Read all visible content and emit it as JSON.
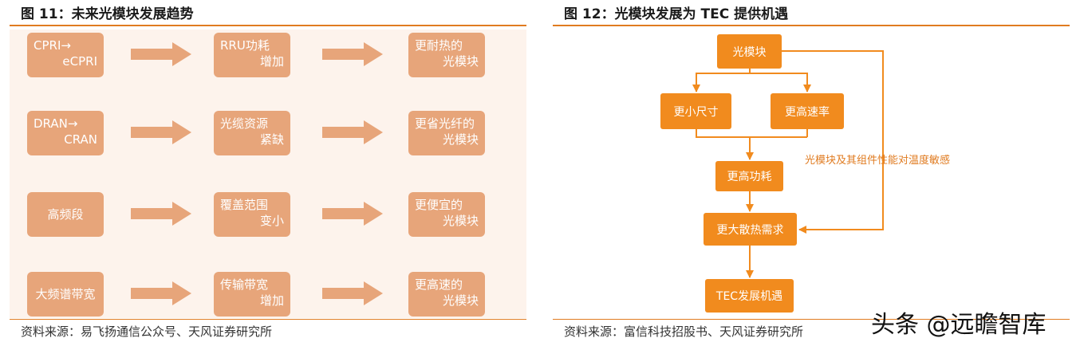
{
  "left_figure": {
    "title": "图 11：未来光模块发展趋势",
    "rows": [
      {
        "cause": {
          "line1": "CPRI→",
          "line2": "eCPRI"
        },
        "effect": {
          "line1": "RRU功耗",
          "line2": "增加"
        },
        "result": {
          "line1": "更耐热的",
          "line2": "光模块"
        }
      },
      {
        "cause": {
          "line1": "DRAN→",
          "line2": "CRAN"
        },
        "effect": {
          "line1": "光缆资源",
          "line2": "紧缺"
        },
        "result": {
          "line1": "更省光纤的",
          "line2": "光模块"
        }
      },
      {
        "cause": {
          "line1": "高频段",
          "line2": ""
        },
        "effect": {
          "line1": "覆盖范围",
          "line2": "变小"
        },
        "result": {
          "line1": "更便宜的",
          "line2": "光模块"
        }
      },
      {
        "cause": {
          "line1": "大频谱带宽",
          "line2": ""
        },
        "effect": {
          "line1": "传输带宽",
          "line2": "增加"
        },
        "result": {
          "line1": "更高速的",
          "line2": "光模块"
        }
      }
    ],
    "source": "资料来源：易飞扬通信公众号、天风证券研究所"
  },
  "right_figure": {
    "title": "图 12：光模块发展为 TEC 提供机遇",
    "nodes": {
      "optical_module": "光模块",
      "smaller_size": "更小尺寸",
      "higher_rate": "更高速率",
      "higher_power": "更高功耗",
      "larger_heat": "更大散热需求",
      "tec": "TEC发展机遇"
    },
    "side_label": "光模块及其组件性能对温度敏感",
    "source": "资料来源：富信科技招股书、天风证券研究所"
  },
  "watermark": "头条 @远瞻智库",
  "colors": {
    "accent": "#e07b20",
    "node": "#f18b1e",
    "panel_box": "#e7a57a",
    "panel_bg": "#fdf3ec"
  }
}
